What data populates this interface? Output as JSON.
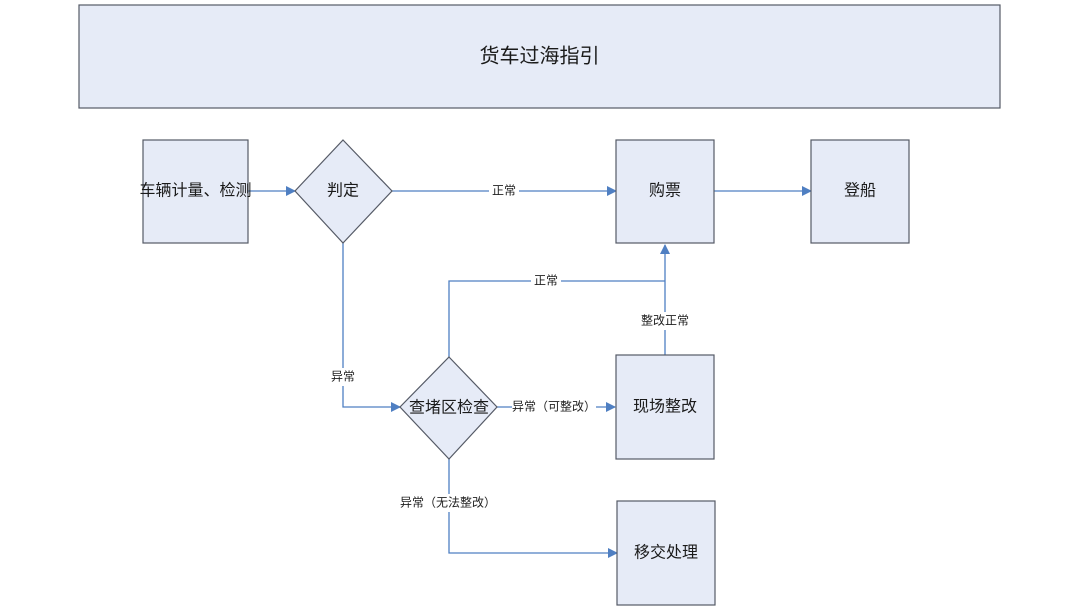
{
  "title": "货车过海指引",
  "nodes": {
    "measure": "车辆计量、检测",
    "judge": "判定",
    "ticket": "购票",
    "board": "登船",
    "inspect": "查堵区检查",
    "fix": "现场整改",
    "transfer": "移交处理"
  },
  "edges": {
    "judge_to_ticket": "正常",
    "judge_to_inspect": "异常",
    "inspect_to_ticket": "正常",
    "inspect_to_fix": "异常（可整改）",
    "fix_to_ticket": "整改正常",
    "inspect_to_transfer": "异常（无法整改）"
  },
  "colors": {
    "box_fill": "#e6ebf7",
    "box_stroke": "#555a66",
    "arrow": "#4f7fc2"
  }
}
